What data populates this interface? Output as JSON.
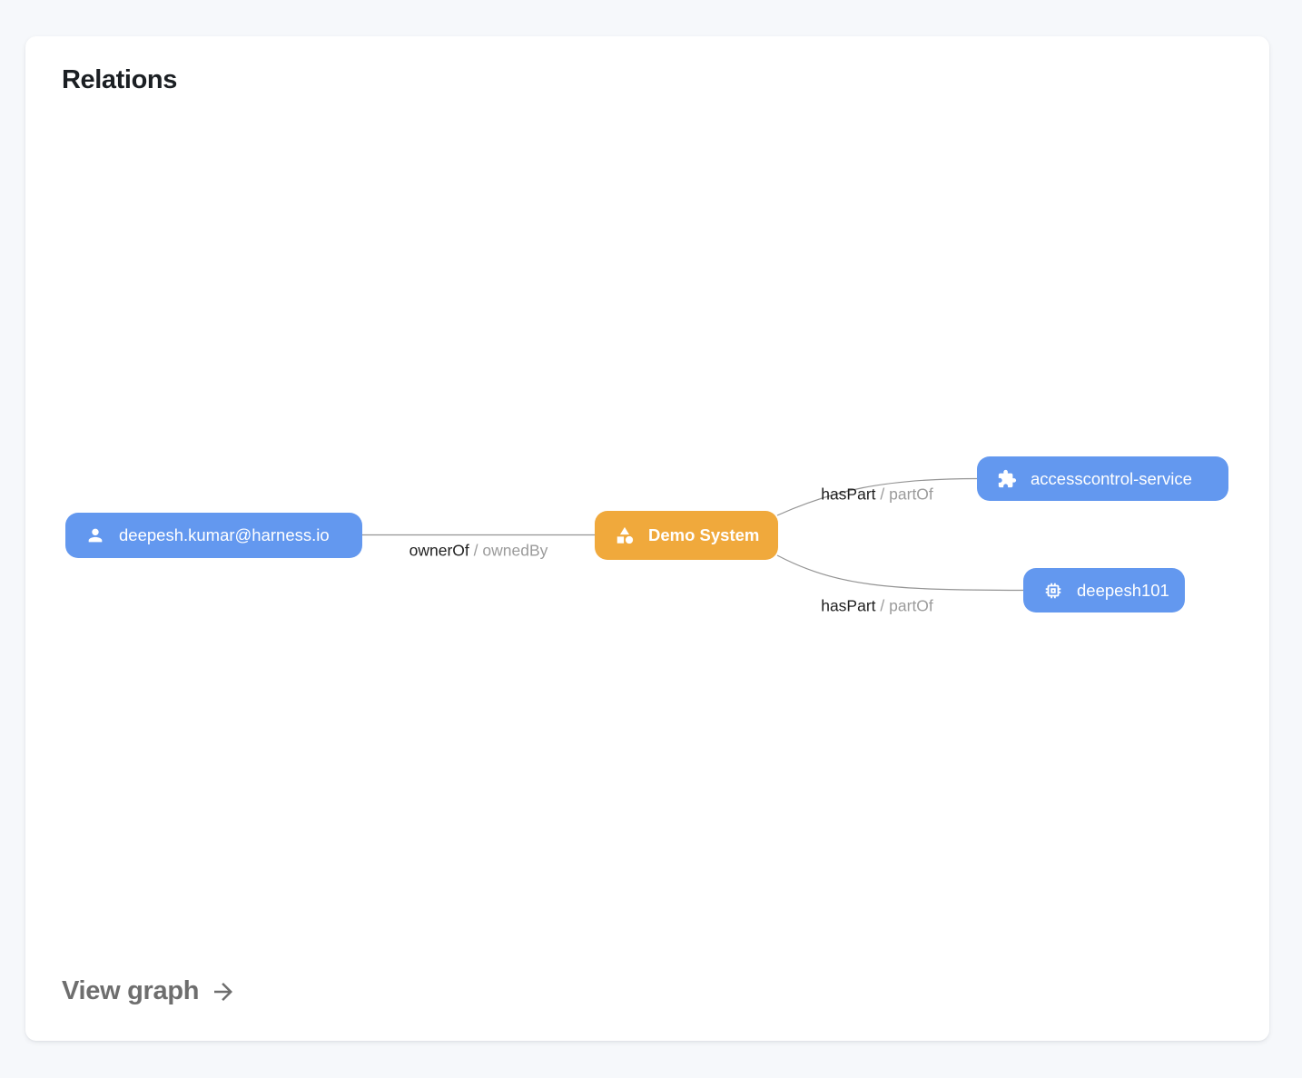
{
  "colors": {
    "page_background": "#F6F8FB",
    "card_background": "#FFFFFF",
    "node_blue": "#6398EF",
    "node_orange": "#F0A93C",
    "edge_line": "#949494",
    "edge_label_primary": "#1F1F1F",
    "edge_label_secondary": "#9B9B9B",
    "footer_link_gray": "#6E6E6E"
  },
  "card": {
    "title": "Relations"
  },
  "graph": {
    "nodes": [
      {
        "id": "user",
        "label": "deepesh.kumar@harness.io",
        "icon": "person-icon"
      },
      {
        "id": "system",
        "label": "Demo System",
        "icon": "category-icon"
      },
      {
        "id": "service",
        "label": "accesscontrol-service",
        "icon": "extension-icon"
      },
      {
        "id": "resource",
        "label": "deepesh101",
        "icon": "memory-icon"
      }
    ],
    "edges": [
      {
        "from": "user",
        "to": "system",
        "primary": "ownerOf",
        "separator": "/",
        "secondary": "ownedBy"
      },
      {
        "from": "system",
        "to": "service",
        "primary": "hasPart",
        "separator": "/",
        "secondary": "partOf"
      },
      {
        "from": "system",
        "to": "resource",
        "primary": "hasPart",
        "separator": "/",
        "secondary": "partOf"
      }
    ]
  },
  "footer": {
    "view_graph_label": "View graph",
    "arrow_icon": "arrow-right-icon"
  }
}
